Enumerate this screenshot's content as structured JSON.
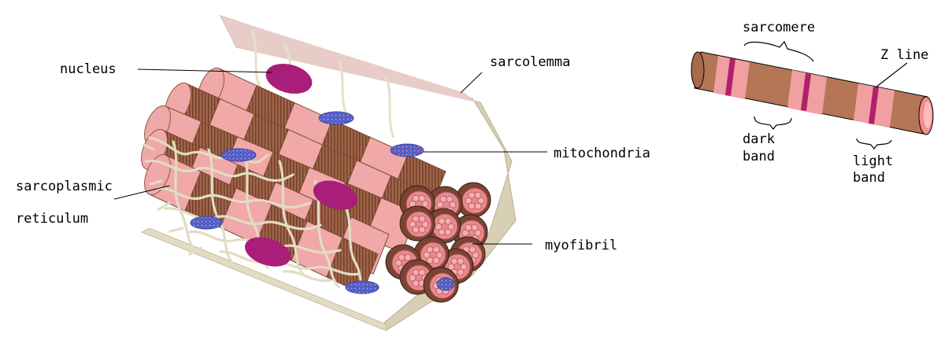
{
  "labels": {
    "nucleus": "nucleus",
    "sarcolemma": "sarcolemma",
    "mitochondria": "mitochondria",
    "sarcoplasmic_line1": "sarcoplasmic",
    "sarcoplasmic_line2": "reticulum",
    "myofibril": "myofibril",
    "sarcomere": "sarcomere",
    "z_line": "Z line",
    "dark_band_line1": "dark",
    "dark_band_line2": "band",
    "light_band_line1": "light",
    "light_band_line2": "band"
  },
  "colors": {
    "sarcolemma_fill": "#d8d0b4",
    "myofibril_pink": "#f0a8a8",
    "myofibril_brown": "#a86a4c",
    "myofibril_end": "#e88a8a",
    "nucleus": "#a81e78",
    "mitochondria": "#4a5cc8",
    "reticulum": "#e2dcc4",
    "zline": "#b0206c"
  }
}
